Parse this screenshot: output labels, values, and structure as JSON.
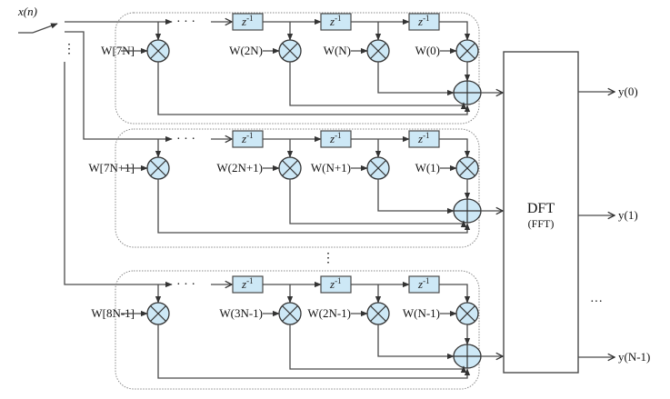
{
  "diagram": {
    "input_label": "x(n)",
    "delay_label": "z-1",
    "delay_base": "z",
    "delay_exp": "-1",
    "horizontal_ellipsis": "· · ·",
    "vertical_ellipsis": "⋮",
    "output_ellipsis": "···",
    "dft_block": {
      "title": "DFT",
      "subtitle": "(FFT)"
    },
    "branches": [
      {
        "input_weight": "W[7N]",
        "tap_weights": [
          "W(2N)",
          "W(N)",
          "W(0)"
        ],
        "output": "y(0)"
      },
      {
        "input_weight": "W[7N+1]",
        "tap_weights": [
          "W(2N+1)",
          "W(N+1)",
          "W(1)"
        ],
        "output": "y(1)"
      },
      {
        "input_weight": "W[8N-1]",
        "tap_weights": [
          "W(3N-1)",
          "W(2N-1)",
          "W(N-1)"
        ],
        "output": "y(N-1)"
      }
    ],
    "colors": {
      "node_fill": "#cde8f6",
      "line": "#4a4a4a"
    }
  }
}
